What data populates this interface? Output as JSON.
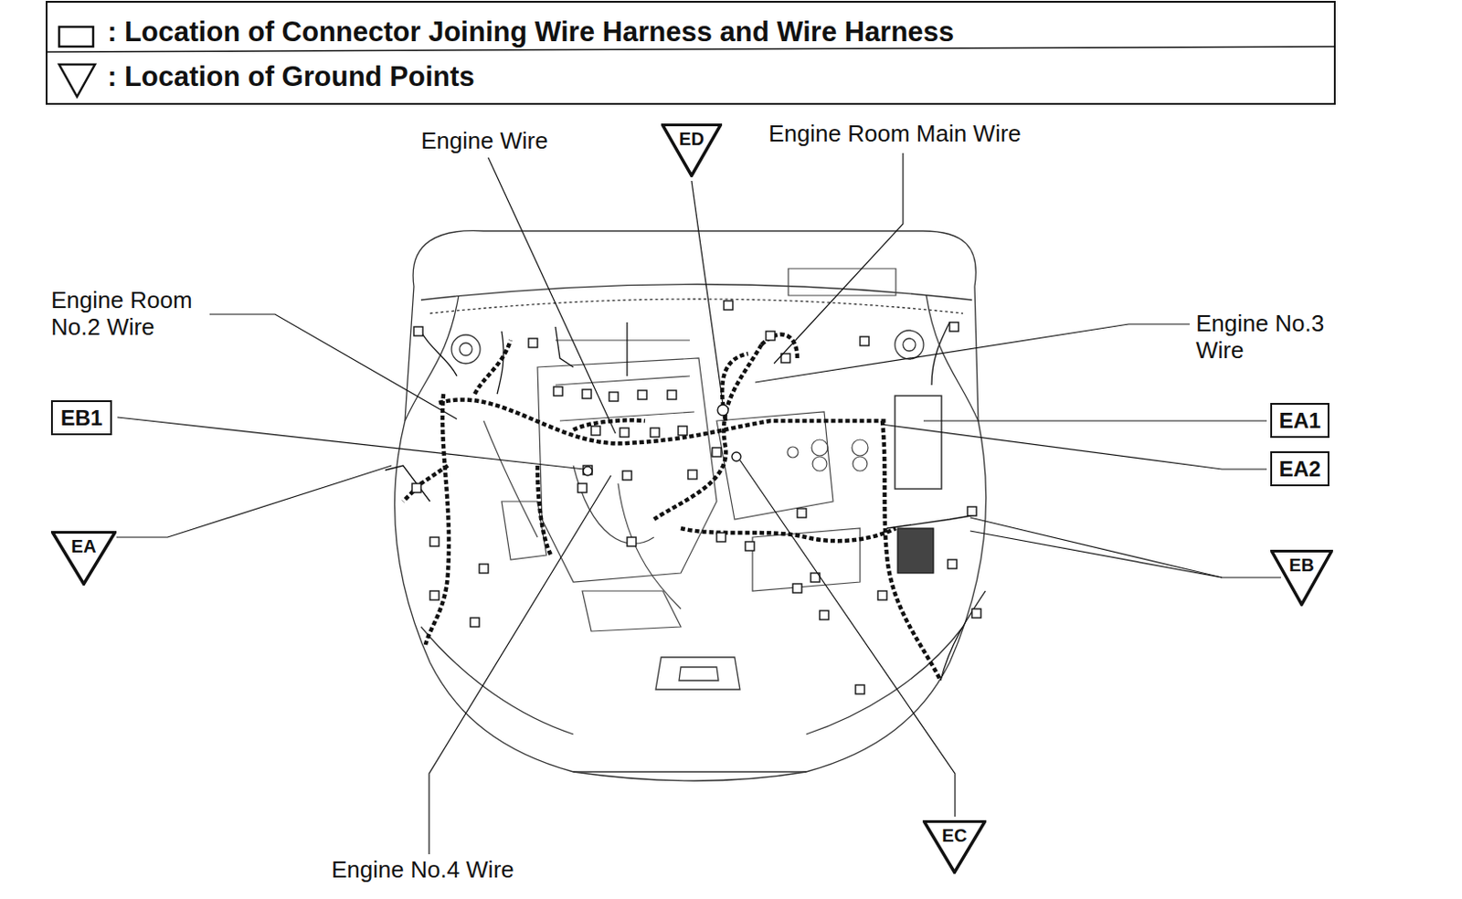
{
  "diagram": {
    "nodes": [
      {
        "text": [
          "ED"
        ]
      },
      {
        "text": [
          "EB1"
        ]
      },
      {
        "text": [
          "EA1"
        ]
      },
      {
        "text": [
          "EA2"
        ]
      },
      {
        "text": [
          "EA"
        ]
      },
      {
        "text": [
          "EB"
        ]
      },
      {
        "text": [
          "EC"
        ]
      }
    ],
    "labels": [
      "Engine Wire",
      "Engine Room Main Wire",
      "Engine Room No.2 Wire",
      "Engine No.3 Wire",
      "Engine No.4 Wire"
    ],
    "legend": [
      {
        "text": ": Location of Connector Joining Wire Harness and Wire Harness"
      },
      {
        "text": ": Location of Ground Points"
      }
    ]
  }
}
